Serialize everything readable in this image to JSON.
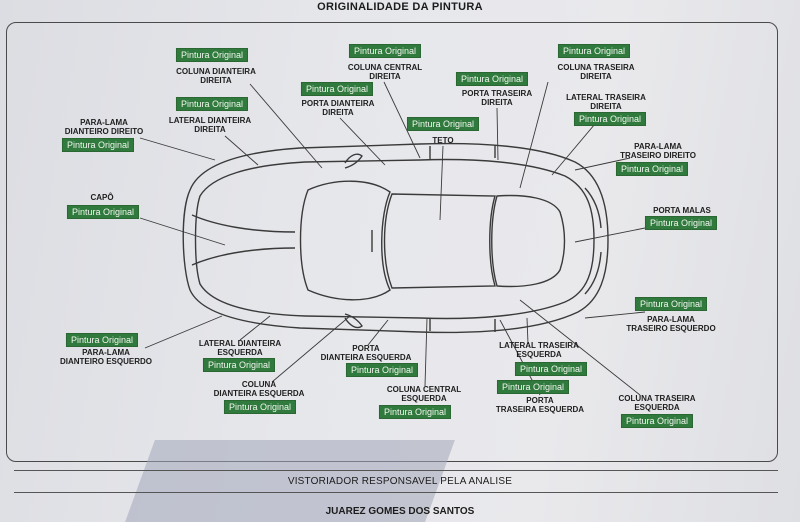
{
  "page_title": "ORIGINALIDADE DA PINTURA",
  "status_text": "Pintura Original",
  "status_color": "#2f7a3c",
  "parts": [
    {
      "id": "coluna-dianteira-direita",
      "label_lines": [
        "COLUNA DIANTEIRA",
        "DIREITA"
      ],
      "status": "Pintura Original"
    },
    {
      "id": "lateral-dianteira-direita",
      "label_lines": [
        "LATERAL DIANTEIRA",
        "DIREITA"
      ],
      "status": "Pintura Original"
    },
    {
      "id": "para-lama-dianteiro-direito",
      "label_lines": [
        "PARA-LAMA",
        "DIANTEIRO DIREITO"
      ],
      "status": "Pintura Original"
    },
    {
      "id": "coluna-central-direita",
      "label_lines": [
        "COLUNA CENTRAL",
        "DIREITA"
      ],
      "status": "Pintura Original"
    },
    {
      "id": "porta-dianteira-direita",
      "label_lines": [
        "PORTA DIANTEIRA",
        "DIREITA"
      ],
      "status": "Pintura Original"
    },
    {
      "id": "porta-traseira-direita",
      "label_lines": [
        "PORTA TRASEIRA",
        "DIREITA"
      ],
      "status": "Pintura Original"
    },
    {
      "id": "teto",
      "label_lines": [
        "TETO"
      ],
      "status": "Pintura Original"
    },
    {
      "id": "coluna-traseira-direita",
      "label_lines": [
        "COLUNA TRASEIRA",
        "DIREITA"
      ],
      "status": "Pintura Original"
    },
    {
      "id": "lateral-traseira-direita",
      "label_lines": [
        "LATERAL TRASEIRA",
        "DIREITA"
      ],
      "status": "Pintura Original"
    },
    {
      "id": "para-lama-traseiro-direito",
      "label_lines": [
        "PARA-LAMA",
        "TRASEIRO DIREITO"
      ],
      "status": "Pintura Original"
    },
    {
      "id": "capo",
      "label_lines": [
        "CAPÔ"
      ],
      "status": "Pintura Original"
    },
    {
      "id": "porta-malas",
      "label_lines": [
        "PORTA MALAS"
      ],
      "status": "Pintura Original"
    },
    {
      "id": "para-lama-traseiro-esquerdo",
      "label_lines": [
        "PARA-LAMA",
        "TRASEIRO ESQUERDO"
      ],
      "status": "Pintura Original"
    },
    {
      "id": "para-lama-dianteiro-esquerdo",
      "label_lines": [
        "PARA-LAMA",
        "DIANTEIRO ESQUERDO"
      ],
      "status": "Pintura Original"
    },
    {
      "id": "lateral-dianteira-esquerda",
      "label_lines": [
        "LATERAL DIANTEIRA",
        "ESQUERDA"
      ],
      "status": "Pintura Original"
    },
    {
      "id": "porta-dianteira-esquerda",
      "label_lines": [
        "PORTA",
        "DIANTEIRA ESQUERDA"
      ],
      "status": "Pintura Original"
    },
    {
      "id": "coluna-dianteira-esquerda",
      "label_lines": [
        "COLUNA",
        "DIANTEIRA ESQUERDA"
      ],
      "status": "Pintura Original"
    },
    {
      "id": "coluna-central-esquerda",
      "label_lines": [
        "COLUNA CENTRAL",
        "ESQUERDA"
      ],
      "status": "Pintura Original"
    },
    {
      "id": "lateral-traseira-esquerda",
      "label_lines": [
        "LATERAL TRASEIRA",
        "ESQUERDA"
      ],
      "status": "Pintura Original"
    },
    {
      "id": "porta-traseira-esquerda",
      "label_lines": [
        "PORTA",
        "TRASEIRA ESQUERDA"
      ],
      "status": "Pintura Original"
    },
    {
      "id": "coluna-traseira-esquerda",
      "label_lines": [
        "COLUNA TRASEIRA",
        "ESQUERDA"
      ],
      "status": "Pintura Original"
    }
  ],
  "footer": {
    "inspector_label": "VISTORIADOR RESPONSAVEL PELA ANALISE",
    "inspector_name": "JUAREZ GOMES DOS SANTOS"
  }
}
